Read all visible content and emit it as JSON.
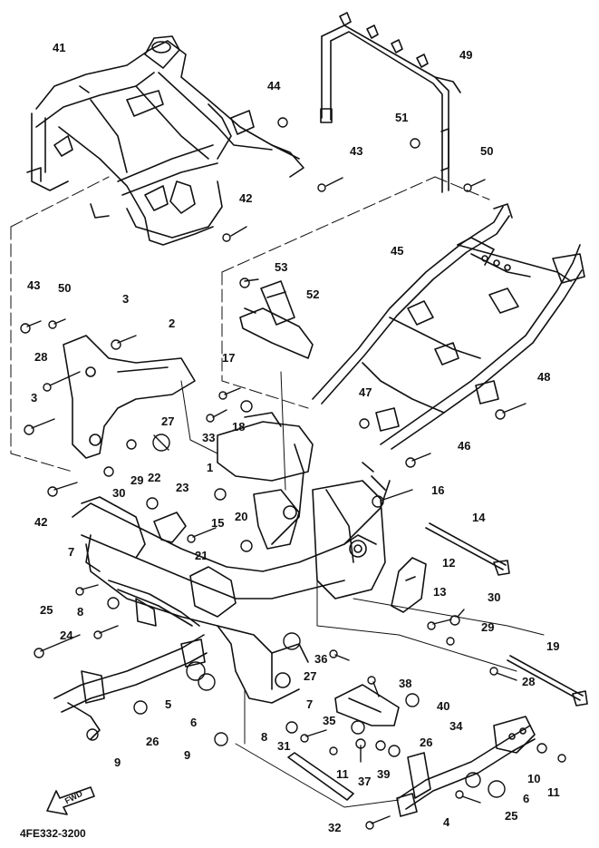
{
  "diagram": {
    "reference_code": "4FE332-3200",
    "direction_label": "FWD",
    "callouts": [
      "1",
      "2",
      "3",
      "3",
      "4",
      "5",
      "6",
      "6",
      "7",
      "7",
      "8",
      "8",
      "9",
      "9",
      "10",
      "11",
      "11",
      "12",
      "13",
      "14",
      "15",
      "16",
      "17",
      "18",
      "19",
      "20",
      "21",
      "22",
      "23",
      "24",
      "25",
      "25",
      "26",
      "26",
      "27",
      "27",
      "28",
      "28",
      "29",
      "29",
      "30",
      "30",
      "31",
      "32",
      "33",
      "34",
      "35",
      "36",
      "37",
      "38",
      "39",
      "40",
      "41",
      "42",
      "42",
      "43",
      "43",
      "44",
      "45",
      "46",
      "47",
      "48",
      "49",
      "50",
      "50",
      "51",
      "52",
      "53"
    ]
  }
}
